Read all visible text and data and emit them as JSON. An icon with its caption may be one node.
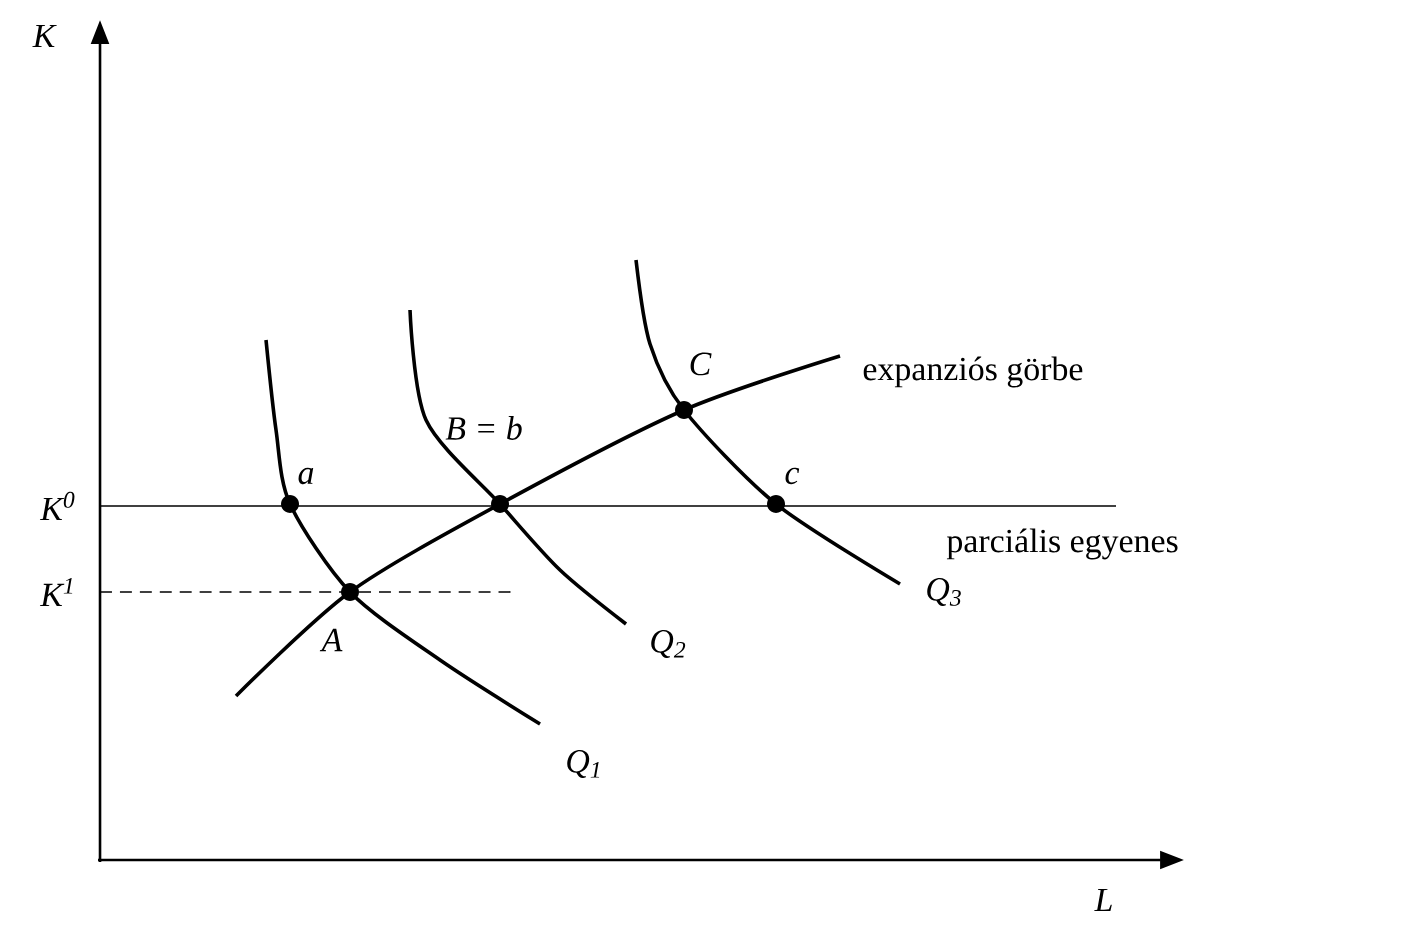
{
  "diagram": {
    "labels": [
      "K",
      "C",
      "expanziós görbe",
      "B = b",
      "K$^{0}$",
      "a",
      "c",
      "parciális egyenes",
      "K$^{1}$",
      "Q$_{3}$",
      "A",
      "Q$_{2}$",
      "Q$_{1}$",
      "L"
    ]
  }
}
